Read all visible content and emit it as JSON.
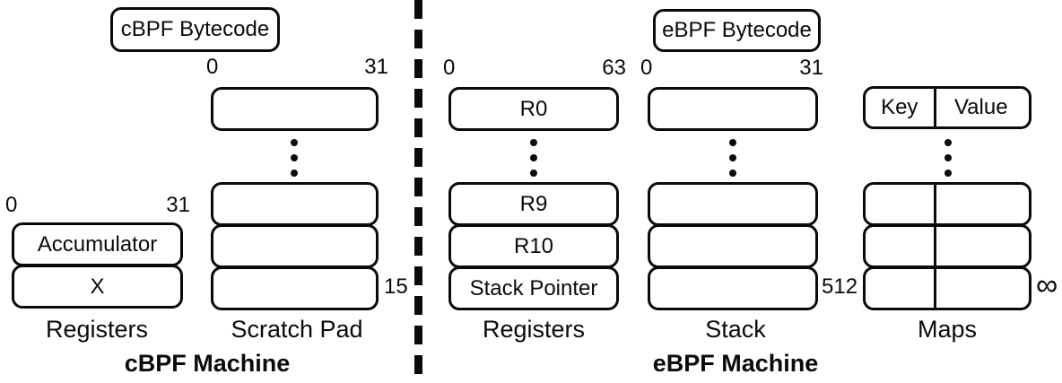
{
  "colors": {
    "ink": "#0a0a0a",
    "background": "#ffffff"
  },
  "cbpf": {
    "title": "cBPF Machine",
    "bytecode_label": "cBPF Bytecode",
    "registers": {
      "label": "Registers",
      "bit_start": "0",
      "bit_end": "31",
      "rows": [
        "Accumulator",
        "X"
      ]
    },
    "scratch_pad": {
      "label": "Scratch Pad",
      "bit_start": "0",
      "bit_end": "31",
      "count_label": "15"
    }
  },
  "ebpf": {
    "title": "eBPF Machine",
    "bytecode_label": "eBPF Bytecode",
    "registers": {
      "label": "Registers",
      "bit_start": "0",
      "bit_end": "63",
      "top_row": "R0",
      "bottom_rows": [
        "R9",
        "R10",
        "Stack Pointer"
      ]
    },
    "stack": {
      "label": "Stack",
      "bit_start": "0",
      "bit_end": "31",
      "count_label": "512"
    },
    "maps": {
      "label": "Maps",
      "header": {
        "key": "Key",
        "value": "Value"
      },
      "count_label": "∞"
    }
  }
}
